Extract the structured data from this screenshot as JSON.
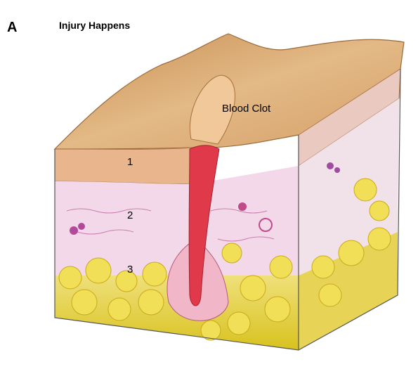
{
  "panel": {
    "letter": "A",
    "title": "Injury Happens"
  },
  "labels": {
    "clot": "Blood Clot",
    "layer1": "1",
    "layer2": "2",
    "layer3": "3"
  },
  "colors": {
    "epidermis_top": "#d9a86a",
    "epidermis_side": "#e8b48a",
    "dermis": "#f2d6e8",
    "fat": "#e8d43a",
    "clot": "#e0394a",
    "outline": "#555555"
  }
}
